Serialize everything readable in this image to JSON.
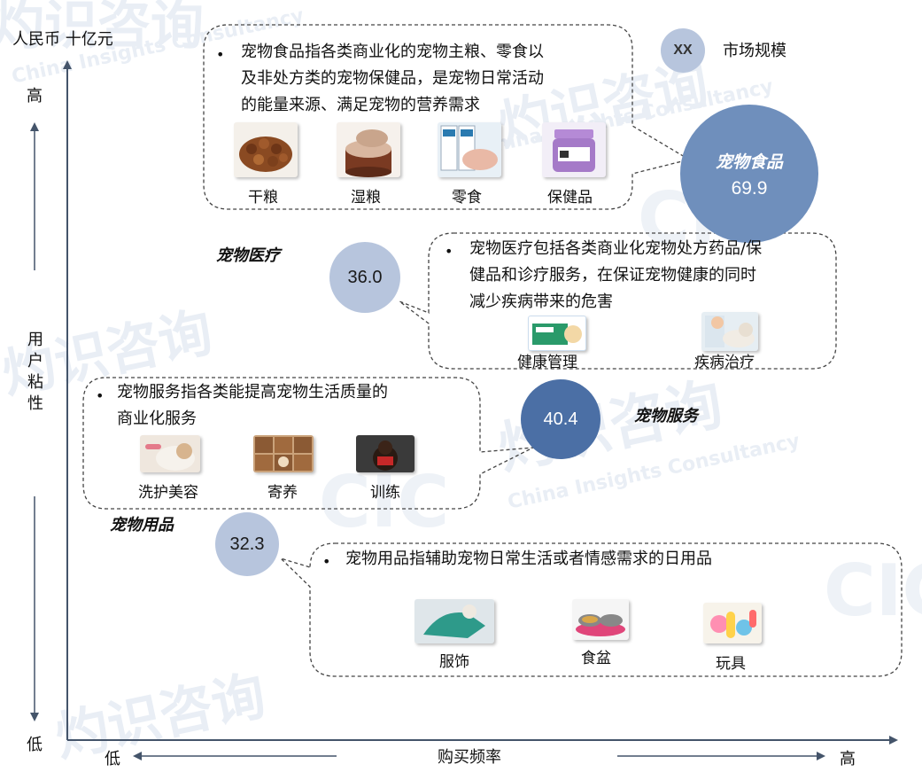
{
  "axes": {
    "unit_label": "人民币 十亿元",
    "y_high": "高",
    "y_title": "用户粘性",
    "y_low": "低",
    "x_low": "低",
    "x_title": "购买频率",
    "x_high": "高"
  },
  "legend": {
    "marker": "XX",
    "label": "市场规模"
  },
  "watermark": {
    "brand_cn": "灼识咨询",
    "brand_en": "China Insights Consultancy",
    "logo": "CIC"
  },
  "segments": {
    "food": {
      "title": "宠物食品",
      "value": "69.9",
      "description_lines": [
        "宠物食品指各类商业化的宠物主粮、零食以",
        "及非处方类的宠物保健品，是宠物日常活动",
        "的能量来源、满足宠物的营养需求"
      ],
      "items": [
        "干粮",
        "湿粮",
        "零食",
        "保健品"
      ]
    },
    "medical": {
      "title": "宠物医疗",
      "value": "36.0",
      "description_lines": [
        "宠物医疗包括各类商业化宠物处方药品/保",
        "健品和诊疗服务，在保证宠物健康的同时",
        "减少疾病带来的危害"
      ],
      "items": [
        "健康管理",
        "疾病治疗"
      ]
    },
    "service": {
      "title": "宠物服务",
      "value": "40.4",
      "description_lines": [
        "宠物服务指各类能提高宠物生活质量的",
        "商业化服务"
      ],
      "items": [
        "洗护美容",
        "寄养",
        "训练"
      ]
    },
    "supplies": {
      "title": "宠物用品",
      "value": "32.3",
      "description_lines": [
        "宠物用品指辅助宠物日常生活或者情感需求的日用品"
      ],
      "items": [
        "服饰",
        "食盆",
        "玩具"
      ]
    }
  },
  "colors": {
    "bubble_light": "#b7c5dd",
    "bubble_mid": "#6f8fbc",
    "bubble_dark": "#4b6fa5",
    "axis": "#44546a",
    "watermark": "#e9eef5"
  }
}
